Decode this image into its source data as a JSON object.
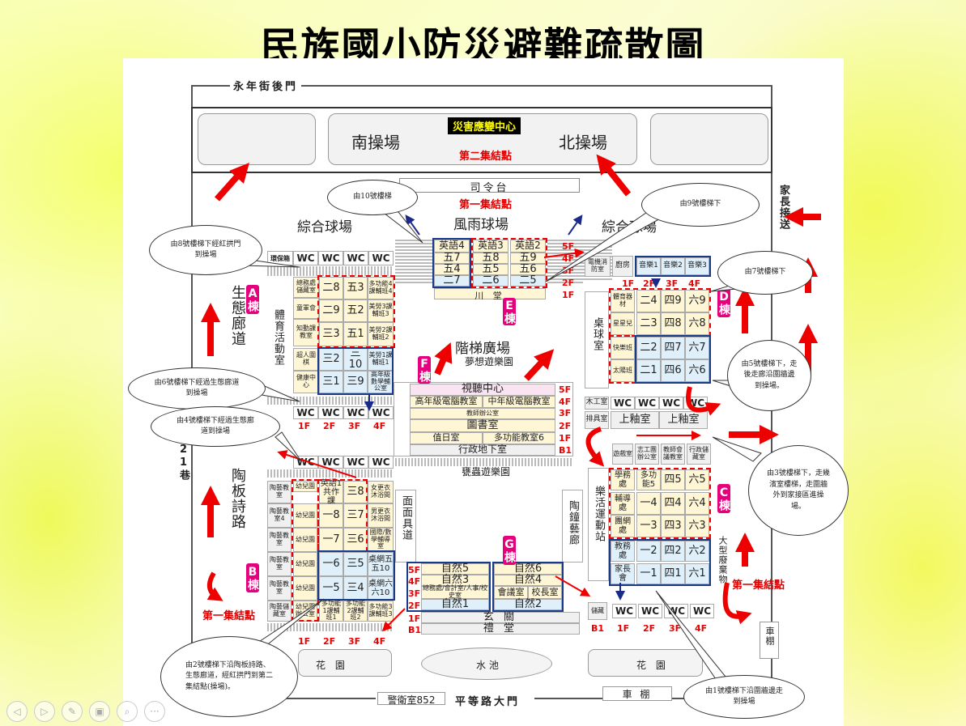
{
  "title": "民族國小防災避難疏散圖",
  "gates": {
    "back": "永年街後門",
    "front": "平等路大門"
  },
  "areas": {
    "south_field": "南操場",
    "north_field": "北操場",
    "disaster_center": "災害應變中心",
    "rally2": "第二集結點",
    "rally1_top": "第一集結點",
    "rally1_left": "第一集結點",
    "rally1_right": "第一集結點",
    "stage": "司令台",
    "court_left": "綜合球場",
    "court_mid": "風雨球場",
    "court_right": "綜合球場",
    "stair_plaza": "階梯廣場",
    "dream_park": "夢想遊樂園",
    "chuan_hall": "川 堂",
    "admin_basement": "行政地下室",
    "ghost_park": "甕蟲遊樂園",
    "pool": "水 池",
    "garden_l": "花 園",
    "garden_r": "花 園",
    "guard": "警衛室852",
    "shed_b": "車 棚",
    "shed_r": "車棚",
    "parent_pickup": "家長接送",
    "eco_corridor": "生態廊道",
    "pottery_path": "陶板詩路",
    "gym": "體育活動室",
    "table_tennis": "桌球室",
    "music_station": "樂活運動站",
    "pottery_corridor": "陶鐘藝廊",
    "mask_path": "面面具道",
    "lane": "21巷",
    "waste": "大型廢棄物"
  },
  "badges": {
    "A": "A棟",
    "B": "B棟",
    "C": "C棟",
    "D": "D棟",
    "E": "E棟",
    "F": "F棟",
    "G": "G棟"
  },
  "bubbles": {
    "b10": "由10號樓梯",
    "b9": "由9號樓梯下",
    "b8": "由8號樓梯下經紅拱門到操場",
    "b7": "由7號樓梯下",
    "b6": "由6號樓梯下經過生態廊道到操場",
    "b5": "由5號樓梯下，走後走廊沿圍牆邊到操場。",
    "b4": "由4號樓梯下經過生態廊道到操場",
    "b3": "由3號樓梯下，走幾濱室樓梯，走圍牆外到家接區進操場。",
    "b2": "由2號樓梯下沿陶板詩路、生態廊道，經紅拱門到第二集結點(操場)。",
    "b1": "由1號樓梯下沿圍牆邊走到操場"
  },
  "buildingA": {
    "top": [
      "環保箱",
      "WC",
      "WC",
      "WC",
      "WC"
    ],
    "rows": [
      [
        "總務處儲藏室",
        "二8",
        "五3",
        "多功能4課輔班4"
      ],
      [
        "童軍會",
        "二9",
        "五2",
        "美勞3課輔班3"
      ],
      [
        "知動課教室",
        "三3",
        "五1",
        "美勞2課輔班2"
      ],
      [
        "超人圍棋",
        "三2",
        "三10",
        "美勞1課輔班1"
      ],
      [
        "健康中心",
        "三1",
        "三9",
        "高年級數學輔公室"
      ]
    ],
    "bottom": [
      "WC",
      "WC",
      "WC",
      "WC"
    ],
    "floors": [
      "1F",
      "2F",
      "3F",
      "4F"
    ]
  },
  "buildingB": {
    "top": [
      "WC",
      "WC",
      "WC",
      "WC"
    ],
    "rows": [
      [
        "陶藝教室",
        "幼兒園",
        "英語1共作課",
        "三8",
        "女更衣沐浴間"
      ],
      [
        "陶藝教室4",
        "幼兒園",
        "一8",
        "三7",
        "男更衣沐浴間"
      ],
      [
        "陶藝教室",
        "幼兒園",
        "一7",
        "三6",
        "國際/數學輔導室"
      ],
      [
        "陶藝教室",
        "幼兒園",
        "一6",
        "三5",
        "桌網五五10"
      ],
      [
        "陶藝教室",
        "幼兒園",
        "一5",
        "三4",
        "桌網六六10"
      ],
      [
        "陶藝儲藏室",
        "幼兒園辦公室",
        "多功能1課輔班1",
        "多功能2課輔班2",
        "多功能3課輔班3"
      ]
    ],
    "floors": [
      "1F",
      "2F",
      "3F",
      "4F"
    ]
  },
  "buildingE": {
    "floors": [
      "5F",
      "4F",
      "3F",
      "2F",
      "1F"
    ],
    "top": [
      "英語4",
      "英語3",
      "英語2"
    ],
    "rows": [
      [
        "五7",
        "五8",
        "五9"
      ],
      [
        "五4",
        "五5",
        "五6"
      ],
      [
        "二7",
        "二6",
        "二5"
      ]
    ]
  },
  "buildingF": {
    "rows": [
      [
        "視聽中心",
        "5F"
      ],
      [
        "高年級電腦教室",
        "中年級電腦教室",
        "4F"
      ],
      [
        "教師辦公室",
        "3F"
      ],
      [
        "圖書室",
        "2F"
      ],
      [
        "值日室",
        "多功能教室6",
        "1F"
      ],
      [
        "行政地下室",
        "B1"
      ]
    ]
  },
  "buildingG": {
    "left": [
      "自然5",
      "自然3",
      "總務處/會計室/人事/校史室",
      "自然1",
      "玄 關",
      "禮 堂"
    ],
    "right": [
      "自然6",
      "自然4",
      "會議室",
      "校長室",
      "自然2"
    ],
    "floors": [
      "5F",
      "4F",
      "3F",
      "2F",
      "1F",
      "B1"
    ]
  },
  "buildingD": {
    "top": [
      "電機消防室",
      "廚房",
      "音樂1",
      "音樂2",
      "音樂3"
    ],
    "rows": [
      [
        "體育器材",
        "二4",
        "四9",
        "六9"
      ],
      [
        "星星兒",
        "二3",
        "四8",
        "六8"
      ],
      [
        "快樂班",
        "二2",
        "四7",
        "六7"
      ],
      [
        "太陽班",
        "二1",
        "四6",
        "六6"
      ]
    ],
    "floors": [
      "1F",
      "2F",
      "3F",
      "4F"
    ]
  },
  "buildingC": {
    "top": [
      "木工室",
      "WC",
      "WC",
      "WC",
      "WC"
    ],
    "hall": [
      "上釉室",
      "上釉室"
    ],
    "side": [
      "排具室",
      "遊戲室",
      "志工團辦公室",
      "教師會議教室",
      "行政儲藏室"
    ],
    "rows": [
      [
        "學務處",
        "多功能5",
        "四5",
        "六5"
      ],
      [
        "輔導處",
        "一4",
        "四4",
        "六4"
      ],
      [
        "團網處",
        "一3",
        "四3",
        "六3"
      ],
      [
        "教務處",
        "一2",
        "四2",
        "六2"
      ],
      [
        "家長會",
        "一1",
        "四1",
        "六1"
      ]
    ],
    "bottom": [
      "儲藏",
      "WC",
      "WC",
      "WC",
      "WC"
    ],
    "floors": [
      "B1",
      "1F",
      "2F",
      "3F",
      "4F"
    ]
  },
  "toolbar": [
    "◁",
    "▷",
    "✎",
    "▣",
    "⌕",
    "···"
  ]
}
